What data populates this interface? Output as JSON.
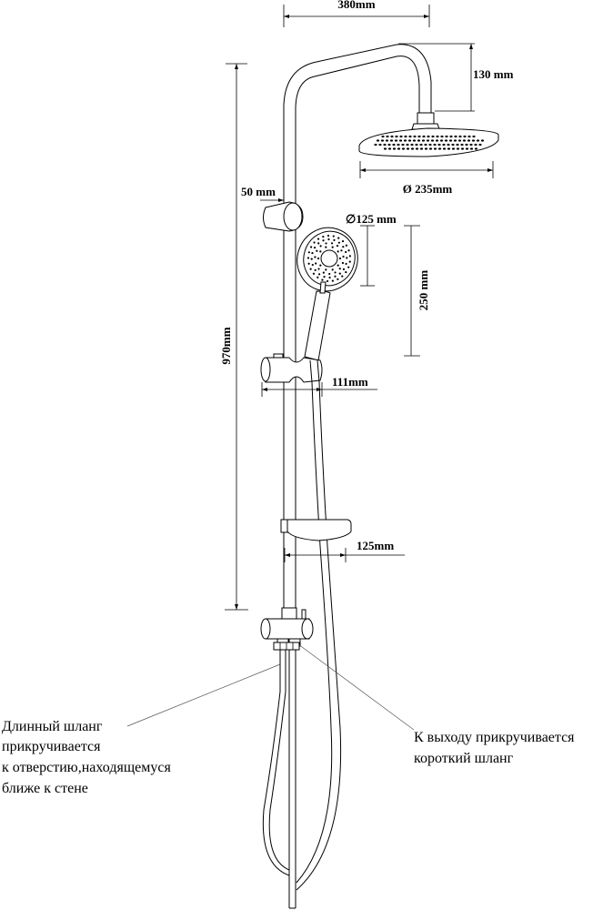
{
  "diagram": {
    "title": "Shower system dimensions",
    "dimensions": {
      "top_width": "380mm",
      "arm_height": "130 mm",
      "head_diameter": "Ø 235mm",
      "bar_offset": "50 mm",
      "hand_diameter": "∅125 mm",
      "hand_length": "250 mm",
      "total_height": "970mm",
      "holder_depth": "111mm",
      "soap_dish_depth": "125mm"
    },
    "notes": {
      "left": [
        "Длинный шланг",
        "прикручивается",
        "к отверстию,находящемуся",
        "ближе к стене"
      ],
      "right": [
        "К выходу прикручивается",
        "короткий шланг"
      ]
    }
  }
}
